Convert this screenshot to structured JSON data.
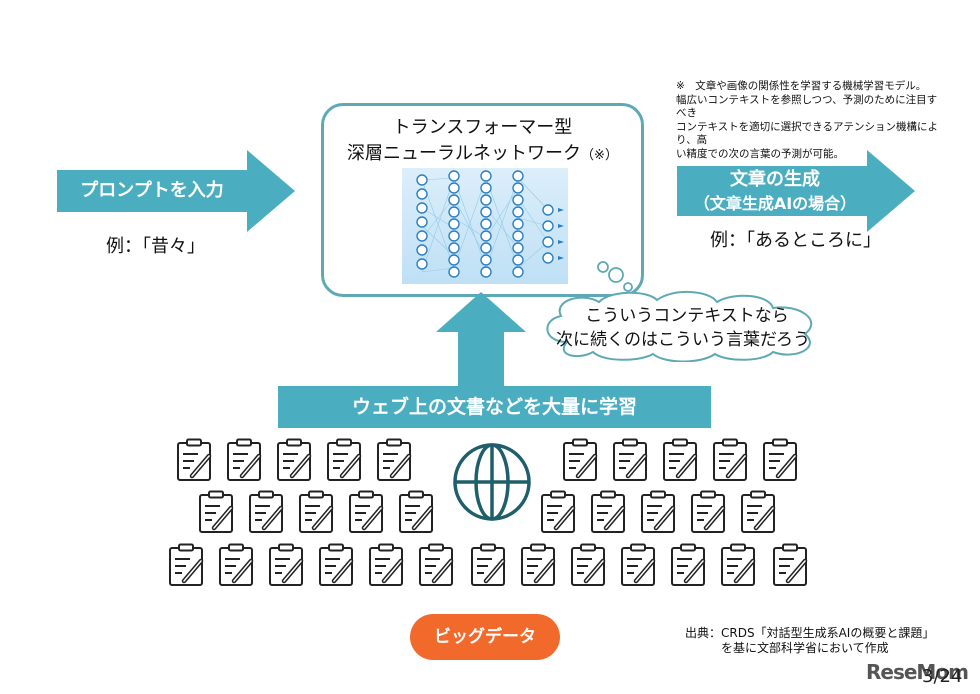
{
  "input_arrow": {
    "label": "プロンプトを入力",
    "example": "例：「昔々」"
  },
  "model": {
    "title_line1": "トランスフォーマー型",
    "title_line2": "深層ニューラルネットワーク",
    "title_mark": "（※）"
  },
  "footnote": {
    "lines": [
      "※　文章や画像の関係性を学習する機械学習モデル。",
      "幅広いコンテキストを参照しつつ、予測のために注目すべき",
      "コンテキストを適切に選択できるアテンション機構により、高",
      "い精度での次の言葉の予測が可能。"
    ]
  },
  "output_arrow": {
    "label_line1": "文章の生成",
    "label_line2": "（文章生成AIの場合）",
    "example": "例：「あるところに」"
  },
  "thought": {
    "line1": "こういうコンテキストなら",
    "line2": "次に続くのはこういう言葉だろう"
  },
  "learning_band": {
    "label": "ウェブ上の文書などを大量に学習"
  },
  "big_data": {
    "label": "ビッグデータ"
  },
  "source": {
    "line1": "出典：CRDS「対話型生成系AIの概要と課題」",
    "line2": "を基に文部科学省において作成"
  },
  "logo": {
    "text": "ReseMom"
  },
  "page": {
    "text": "3/24"
  },
  "icons": {
    "document": "clipboard-edit-icon",
    "globe": "globe-icon"
  },
  "colors": {
    "teal": "#4aaec0",
    "box_border": "#5fa9b5",
    "orange": "#f26a2b",
    "globe": "#1f5f6b"
  }
}
